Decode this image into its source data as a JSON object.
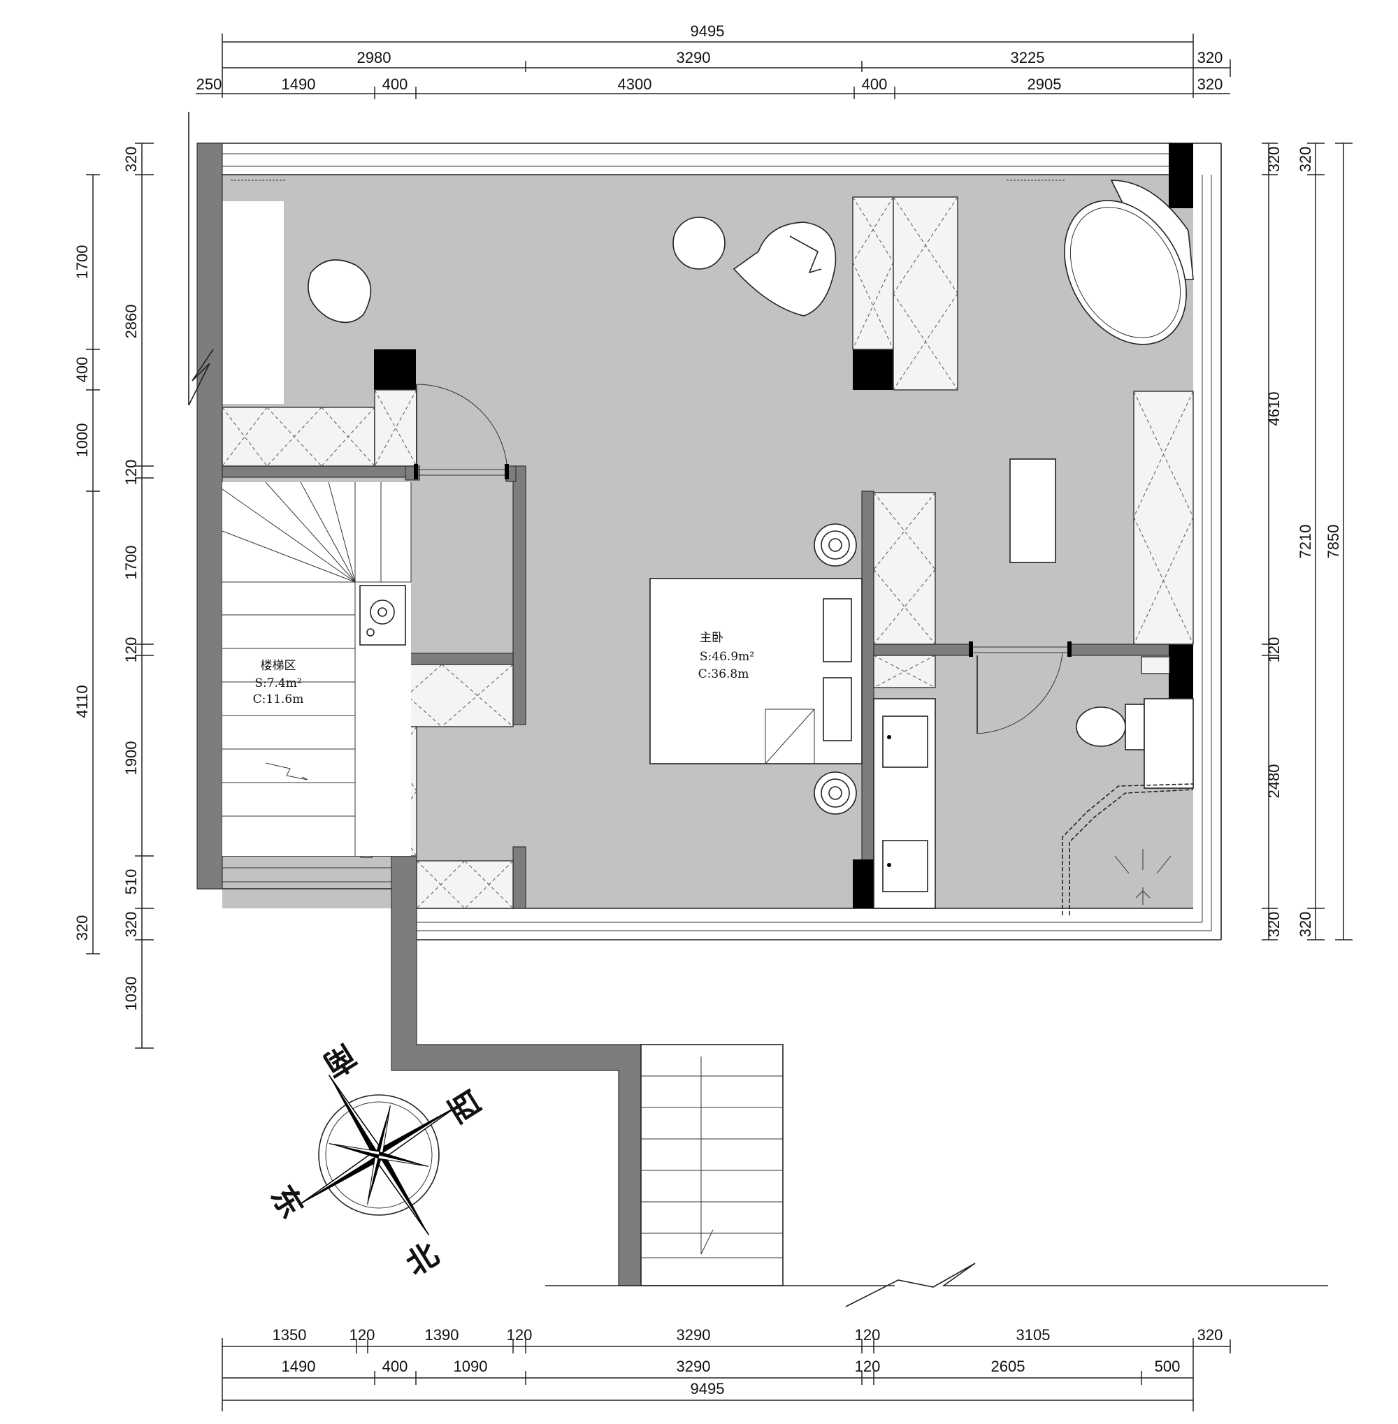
{
  "dimensions": {
    "top_row1": [
      "9495"
    ],
    "top_row2": [
      "2980",
      "3290",
      "3225",
      "320"
    ],
    "top_row3": [
      "250",
      "1490",
      "400",
      "4300",
      "400",
      "2905",
      "320"
    ],
    "bottom_row1": [
      "1350",
      "120",
      "1390",
      "120",
      "3290",
      "120",
      "3105",
      "320"
    ],
    "bottom_row2": [
      "1490",
      "400",
      "1090",
      "3290",
      "120",
      "2605",
      "500"
    ],
    "bottom_row3": [
      "9495"
    ],
    "left_outer": [
      "4110"
    ],
    "left_mid": [
      "320",
      "2860",
      "1000",
      "120",
      "1700",
      "120",
      "1900",
      "510",
      "320",
      "1030"
    ],
    "left_inner": [
      "1700",
      "400",
      "320"
    ],
    "right_inner": [
      "320",
      "4610",
      "120",
      "2480",
      "320"
    ],
    "right_mid": [
      "320",
      "7210",
      "320"
    ],
    "right_outer": [
      "7850"
    ]
  },
  "rooms": {
    "master_bedroom": {
      "name": "主卧",
      "area": "S:46.9m²",
      "perimeter": "C:36.8m"
    },
    "stair_area": {
      "name": "楼梯区",
      "area": "S:7.4m²",
      "perimeter": "C:11.6m"
    }
  },
  "compass": {
    "south": "南",
    "west": "西",
    "north": "北",
    "east": "东"
  },
  "colors": {
    "wall": "#7d7d7d",
    "floor": "#c2c2c2",
    "line": "#222222",
    "column": "#000000"
  }
}
